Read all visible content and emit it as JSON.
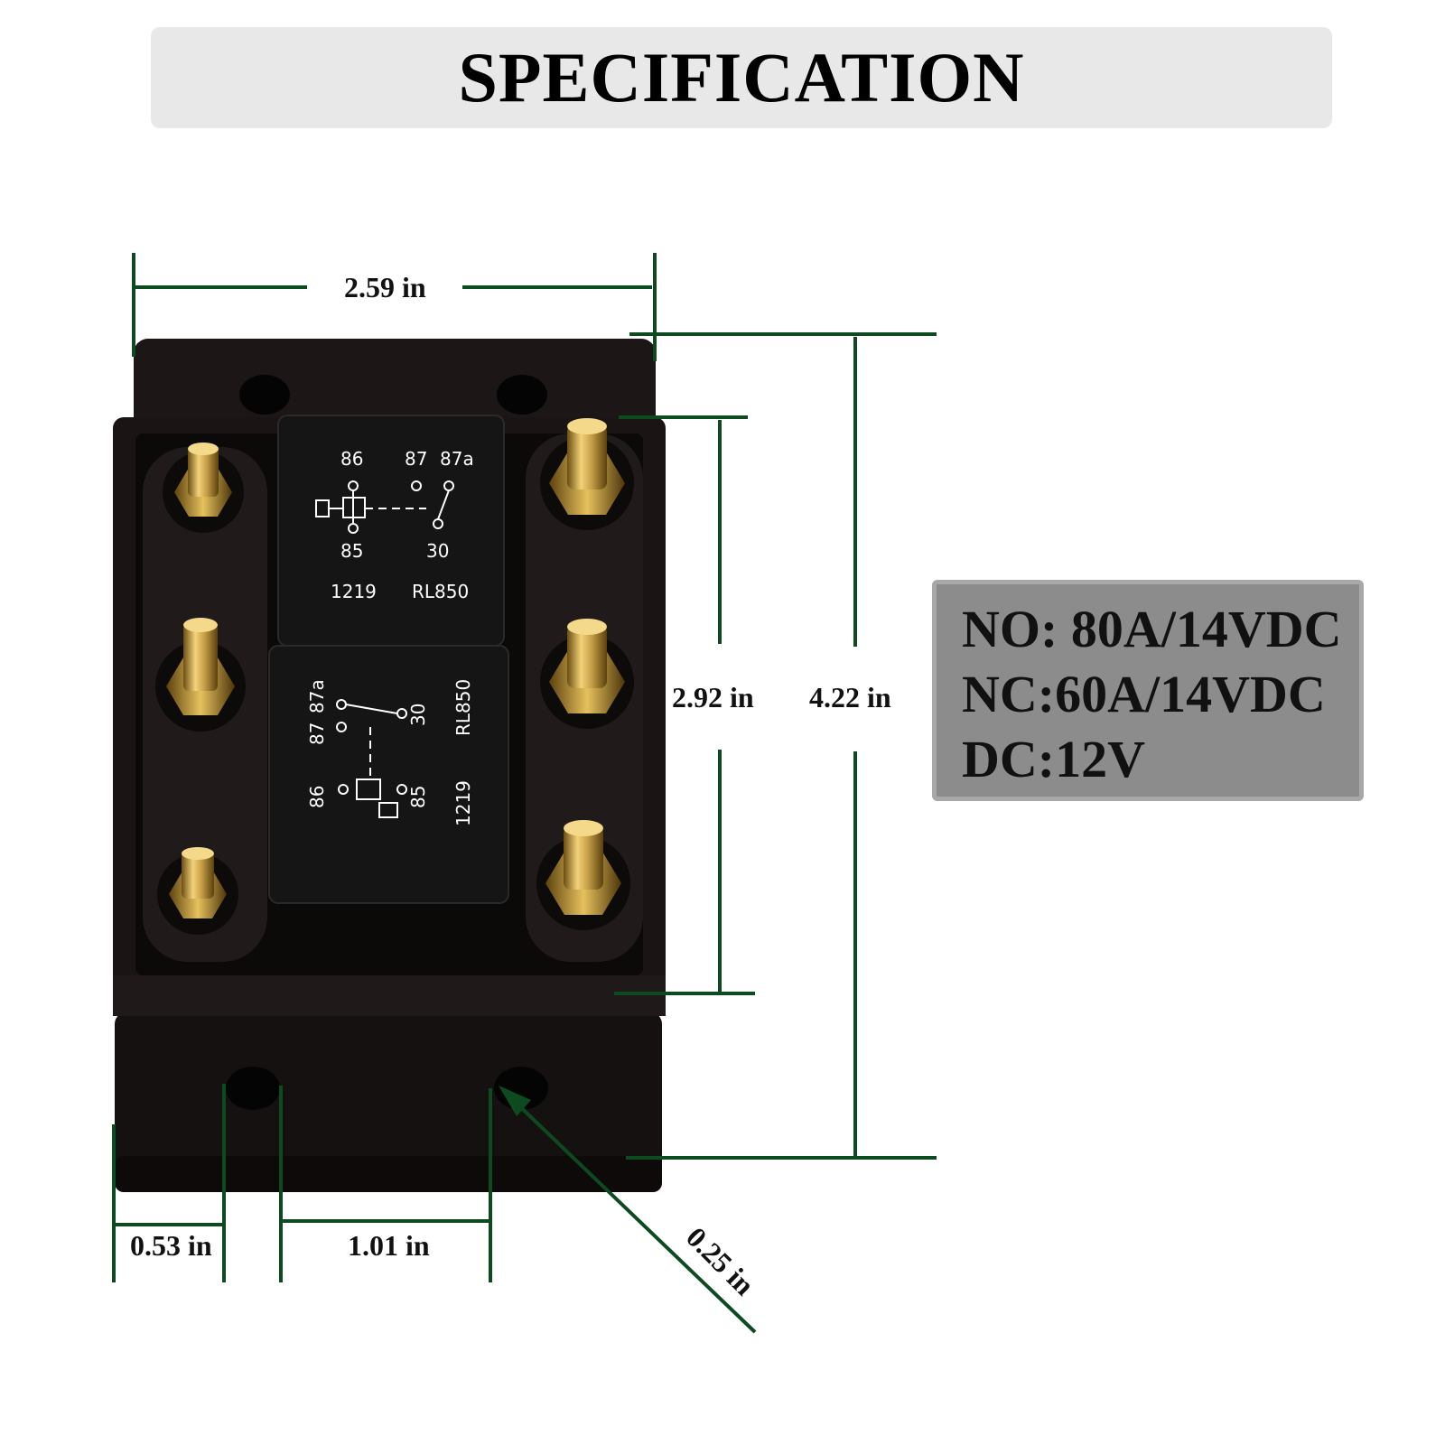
{
  "banner": {
    "title": "SPECIFICATION"
  },
  "dimensions": {
    "width": "2.59 in",
    "height_total": "4.22 in",
    "height_inner": "2.92 in",
    "edge_to_hole": "0.53 in",
    "hole_spacing": "1.01 in",
    "hole_diameter": "0.25 in"
  },
  "relays": [
    {
      "pin_86": "86",
      "pin_87": "87",
      "pin_87a": "87a",
      "pin_85": "85",
      "pin_30": "30",
      "code": "1219",
      "model": "RL850"
    },
    {
      "pin_86": "86",
      "pin_87": "87",
      "pin_87a": "87a",
      "pin_85": "85",
      "pin_30": "30",
      "code": "1219",
      "model": "RL850"
    }
  ],
  "specs": {
    "no": "NO: 80A/14VDC",
    "nc": "NC:60A/14VDC",
    "dc": "DC:12V"
  },
  "colors": {
    "dimension_line": "#0d4a1f",
    "housing": "#1a1414",
    "terminal": "#c9a24a",
    "spec_box": "#8c8c8c"
  }
}
